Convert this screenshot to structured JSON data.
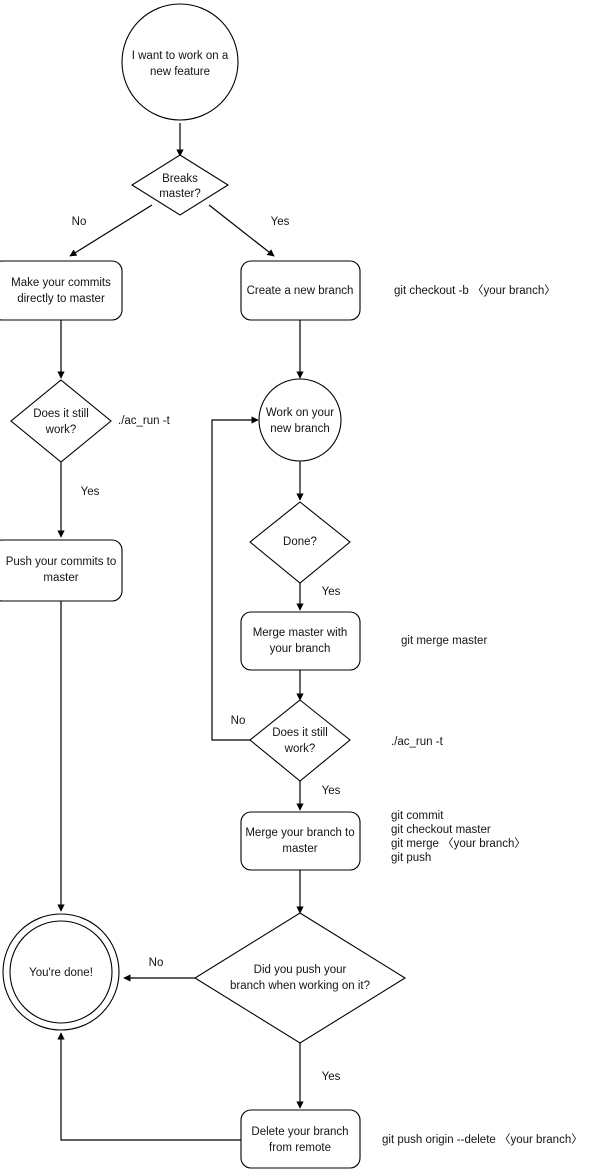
{
  "diagram": {
    "title": "Git branching workflow flowchart",
    "colors": {
      "background": "#ffffff",
      "stroke": "#000000",
      "text": "#141414"
    },
    "nodes": {
      "start": {
        "id": "start",
        "shape": "circle",
        "line1": "I want to work on a",
        "line2": "new feature"
      },
      "breaks_master": {
        "id": "breaks-master",
        "shape": "diamond",
        "line1": "Breaks",
        "line2": "master?"
      },
      "make_commits": {
        "id": "make-commits-directly",
        "shape": "rounded-rect",
        "line1": "Make your commits",
        "line2": "directly to master"
      },
      "create_branch": {
        "id": "create-new-branch",
        "shape": "rounded-rect",
        "line1": "Create a new branch",
        "line2": ""
      },
      "left_still_work": {
        "id": "left-does-it-still-work",
        "shape": "diamond",
        "line1": "Does it still",
        "line2": "work?"
      },
      "work_branch": {
        "id": "work-on-new-branch",
        "shape": "circle",
        "line1": "Work on your",
        "line2": "new branch"
      },
      "push_commits": {
        "id": "push-your-commits-to-master",
        "shape": "rounded-rect",
        "line1": "Push your commits to",
        "line2": "master"
      },
      "done_q": {
        "id": "done-question",
        "shape": "diamond",
        "line1": "Done?",
        "line2": ""
      },
      "merge_master": {
        "id": "merge-master-with-your-branch",
        "shape": "rounded-rect",
        "line1": "Merge master with",
        "line2": "your branch"
      },
      "right_still_work": {
        "id": "right-does-it-still-work",
        "shape": "diamond",
        "line1": "Does it still",
        "line2": "work?"
      },
      "merge_branch": {
        "id": "merge-your-branch-to-master",
        "shape": "rounded-rect",
        "line1": "Merge your branch to",
        "line2": "master"
      },
      "did_push": {
        "id": "did-you-push-your-branch",
        "shape": "diamond",
        "line1": "Did you push your",
        "line2": "branch when working on it?"
      },
      "youre_done": {
        "id": "youre-done",
        "shape": "double-circle",
        "line1": "You're done!",
        "line2": ""
      },
      "delete_branch": {
        "id": "delete-your-branch-from-remote",
        "shape": "rounded-rect",
        "line1": "Delete your branch",
        "line2": "from remote"
      }
    },
    "edge_labels": {
      "breaks_no": "No",
      "breaks_yes": "Yes",
      "left_work_yes": "Yes",
      "done_yes": "Yes",
      "right_work_no": "No",
      "right_work_yes": "Yes",
      "did_push_no": "No",
      "did_push_yes": "Yes"
    },
    "annotations": {
      "create_branch_cmd": "git checkout -b 〈your branch〉",
      "left_test_cmd": "./ac_run -t",
      "merge_master_cmd": "git merge master",
      "right_test_cmd": "./ac_run -t",
      "merge_branch_cmd_1": "git commit",
      "merge_branch_cmd_2": "git checkout master",
      "merge_branch_cmd_3": "git merge 〈your branch〉",
      "merge_branch_cmd_4": "git push",
      "delete_branch_cmd": "git push origin --delete 〈your branch〉"
    }
  }
}
